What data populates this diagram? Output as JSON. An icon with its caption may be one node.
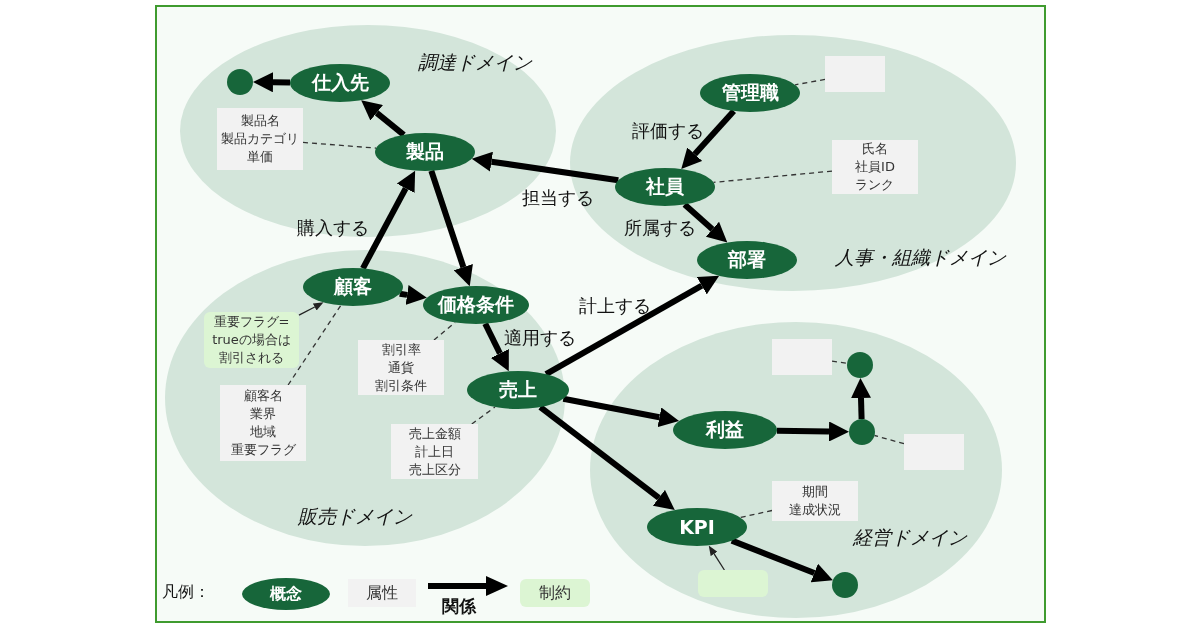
{
  "diagram": {
    "nodes": [
      {
        "text": [
          "調達ドメイン"
        ]
      },
      {
        "text": [],
        "shape": "circle",
        "in": 0
      },
      {
        "text": [
          "仕入先"
        ],
        "in": 0
      },
      {
        "text": [
          "製品名製品カテゴリ単価"
        ],
        "in": 0
      },
      {
        "text": [
          "製品"
        ],
        "in": 0
      },
      {
        "text": [
          "人事・組織ドメイン"
        ]
      },
      {
        "text": [
          "管理職"
        ],
        "in": 5
      },
      {
        "text": [],
        "shape": "box",
        "in": 5
      },
      {
        "text": [
          "社員"
        ],
        "in": 5
      },
      {
        "text": [
          "氏名社員IDランク"
        ],
        "in": 5
      },
      {
        "text": [
          "部署"
        ],
        "in": 5
      },
      {
        "text": [
          "販売ドメイン"
        ]
      },
      {
        "text": [
          "顧客"
        ],
        "in": 11
      },
      {
        "text": [
          "価格条件"
        ],
        "in": 11
      },
      {
        "text": [
          "重要フラグ=trueの場合は割引される"
        ],
        "in": 11
      },
      {
        "text": [
          "割引率通貨割引条件"
        ],
        "in": 11
      },
      {
        "text": [
          "売上"
        ],
        "in": 11
      },
      {
        "text": [
          "顧客名業界地域重要フラグ"
        ],
        "in": 11
      },
      {
        "text": [
          "売上金額計上日売上区分"
        ],
        "in": 11
      },
      {
        "text": [
          "経営ドメイン"
        ]
      },
      {
        "text": [],
        "shape": "box",
        "in": 19
      },
      {
        "text": [],
        "shape": "circle",
        "in": 19
      },
      {
        "text": [
          "利益"
        ],
        "in": 19
      },
      {
        "text": [],
        "shape": "circle",
        "in": 19
      },
      {
        "text": [],
        "shape": "box",
        "in": 19
      },
      {
        "text": [
          "期間達成状況"
        ],
        "in": 19
      },
      {
        "text": [
          "KPI"
        ],
        "in": 19
      },
      {
        "text": [],
        "shape": "box",
        "in": 19
      },
      {
        "text": [],
        "shape": "circle",
        "in": 19
      }
    ],
    "edges": [
      {
        "from": 2,
        "to": 1,
        "arrow": "to"
      },
      {
        "from": 4,
        "to": 2,
        "arrow": "to"
      },
      {
        "from": 3,
        "to": 4,
        "arrow": "none",
        "style": "dashed"
      },
      {
        "from": 6,
        "to": 8,
        "arrow": "to",
        "label": "評価する"
      },
      {
        "from": 7,
        "to": 6,
        "arrow": "none",
        "style": "dashed"
      },
      {
        "from": 8,
        "to": 4,
        "arrow": "to",
        "label": "担当する"
      },
      {
        "from": 9,
        "to": 8,
        "arrow": "none",
        "style": "dashed"
      },
      {
        "from": 8,
        "to": 10,
        "arrow": "to",
        "label": "所属する"
      },
      {
        "from": 12,
        "to": 4,
        "arrow": "to",
        "label": "購入する"
      },
      {
        "from": 4,
        "to": 13,
        "arrow": "to"
      },
      {
        "from": 12,
        "to": 13,
        "arrow": "to"
      },
      {
        "from": 14,
        "to": 12,
        "arrow": "to"
      },
      {
        "from": 17,
        "to": 12,
        "arrow": "none",
        "style": "dashed"
      },
      {
        "from": 15,
        "to": 13,
        "arrow": "none",
        "style": "dashed"
      },
      {
        "from": 13,
        "to": 16,
        "arrow": "to",
        "label": "適用する"
      },
      {
        "from": 18,
        "to": 16,
        "arrow": "none",
        "style": "dashed"
      },
      {
        "from": 16,
        "to": 10,
        "arrow": "to",
        "label": "計上する"
      },
      {
        "from": 16,
        "to": 22,
        "arrow": "to"
      },
      {
        "from": 16,
        "to": 26,
        "arrow": "to"
      },
      {
        "from": 22,
        "to": 23,
        "arrow": "to"
      },
      {
        "from": 23,
        "to": 21,
        "arrow": "to"
      },
      {
        "from": 20,
        "to": 21,
        "arrow": "none",
        "style": "dashed"
      },
      {
        "from": 24,
        "to": 23,
        "arrow": "none",
        "style": "dashed"
      },
      {
        "from": 25,
        "to": 26,
        "arrow": "none",
        "style": "dashed"
      },
      {
        "from": 27,
        "to": 26,
        "arrow": "to"
      },
      {
        "from": 26,
        "to": 28,
        "arrow": "to"
      }
    ],
    "labels": [
      "凡例："
    ],
    "legend": [
      {
        "text": "概念",
        "color": "#17663a"
      },
      {
        "text": "属性",
        "color": "#f2f2f2"
      },
      {
        "text": "関係"
      },
      {
        "text": "制約",
        "color": "#dcf5d3"
      }
    ]
  }
}
